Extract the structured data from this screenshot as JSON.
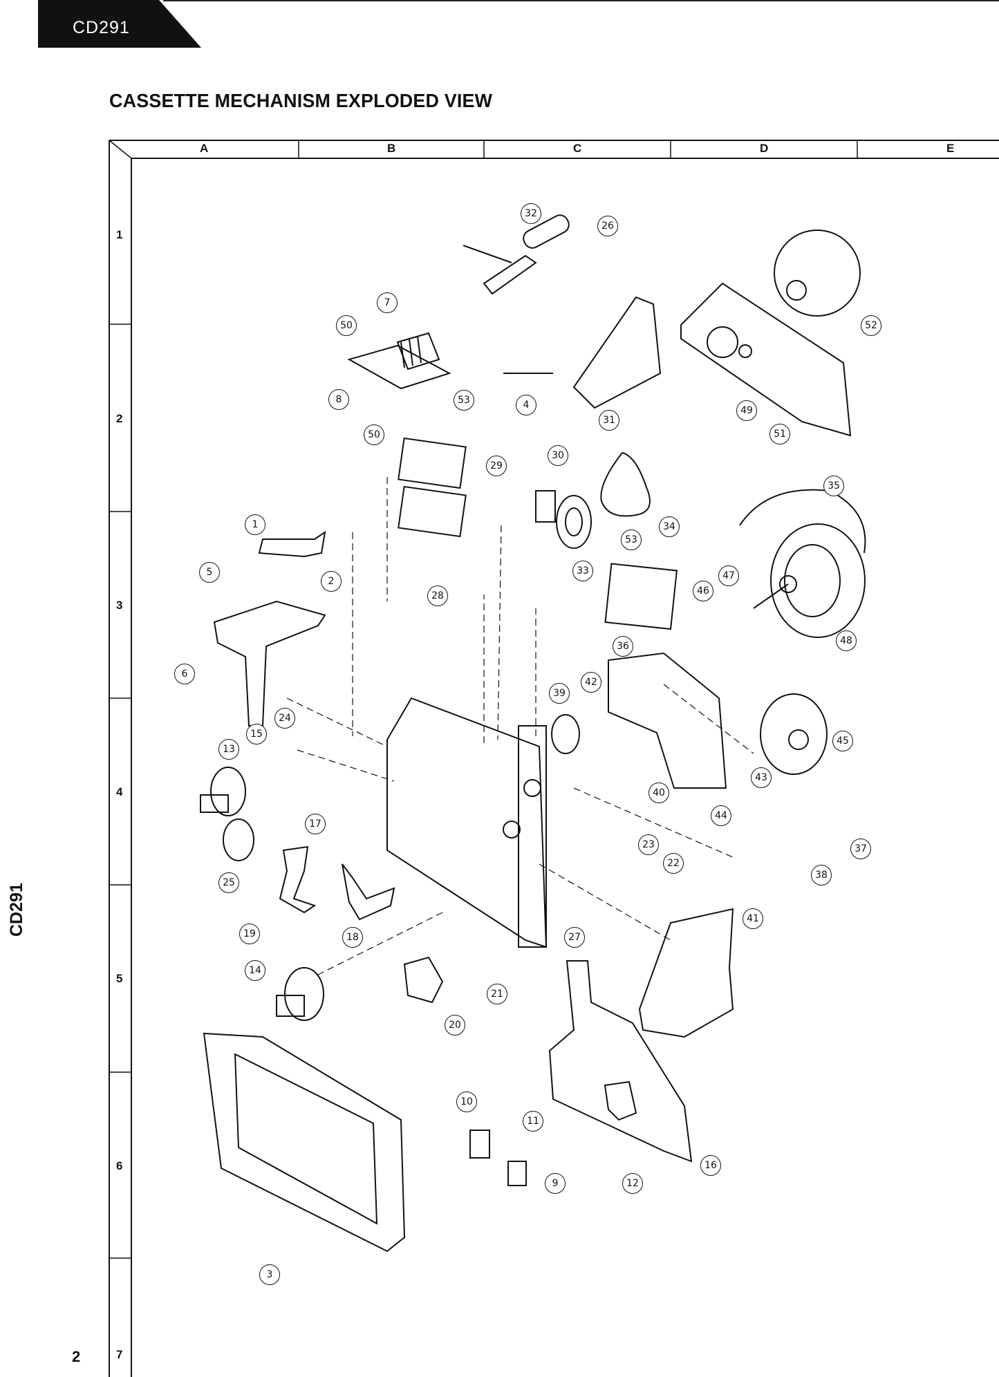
{
  "header": {
    "model_tab": "CD291"
  },
  "title": "CASSETTE MECHANISM EXPLODED VIEW",
  "side_label": "CD291",
  "page_number": "2",
  "grid": {
    "columns": [
      "A",
      "B",
      "C",
      "D",
      "E"
    ],
    "rows": [
      "1",
      "2",
      "3",
      "4",
      "5",
      "6",
      "7"
    ]
  },
  "callouts": [
    "1",
    "2",
    "3",
    "4",
    "5",
    "6",
    "7",
    "8",
    "9",
    "10",
    "11",
    "12",
    "13",
    "14",
    "15",
    "16",
    "17",
    "18",
    "19",
    "20",
    "21",
    "22",
    "23",
    "24",
    "25",
    "26",
    "27",
    "28",
    "29",
    "30",
    "31",
    "32",
    "33",
    "34",
    "35",
    "36",
    "37",
    "38",
    "39",
    "40",
    "41",
    "42",
    "43",
    "44",
    "45",
    "46",
    "47",
    "48",
    "49",
    "50",
    "50",
    "51",
    "52",
    "53",
    "53"
  ]
}
